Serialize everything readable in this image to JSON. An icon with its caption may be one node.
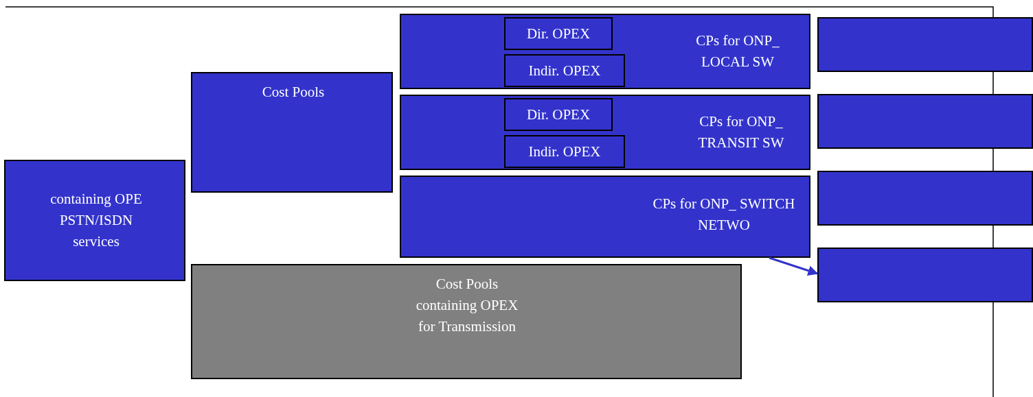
{
  "diagram": {
    "nodes": [
      {
        "text": [
          "containing OPE PSTN/ISDN services"
        ]
      },
      {
        "text": [
          "Cost Pools"
        ]
      },
      {
        "text": [
          "CPs for ONP_ LOCAL SW"
        ]
      },
      {
        "text": [
          "Dir. OPEX"
        ],
        "in": 2
      },
      {
        "text": [
          "Indir. OPEX"
        ],
        "in": 2
      },
      {
        "text": [
          "CPs for ONP_ TRANSIT SW"
        ]
      },
      {
        "text": [
          "Dir. OPEX"
        ],
        "in": 5
      },
      {
        "text": [
          "Indir. OPEX"
        ],
        "in": 5
      },
      {
        "text": [
          "CPs for ONP_ SWITCH NETWO"
        ]
      },
      {
        "text": [
          "Cost Pools containing OPEX for Transmission"
        ]
      },
      {
        "text": [],
        "shape": "box"
      },
      {
        "text": [],
        "shape": "box"
      },
      {
        "text": [],
        "shape": "box"
      },
      {
        "text": [],
        "shape": "box"
      }
    ],
    "edges": [
      {
        "from": 8,
        "to": 13,
        "arrow": "to",
        "color": "#3333cc"
      }
    ]
  }
}
